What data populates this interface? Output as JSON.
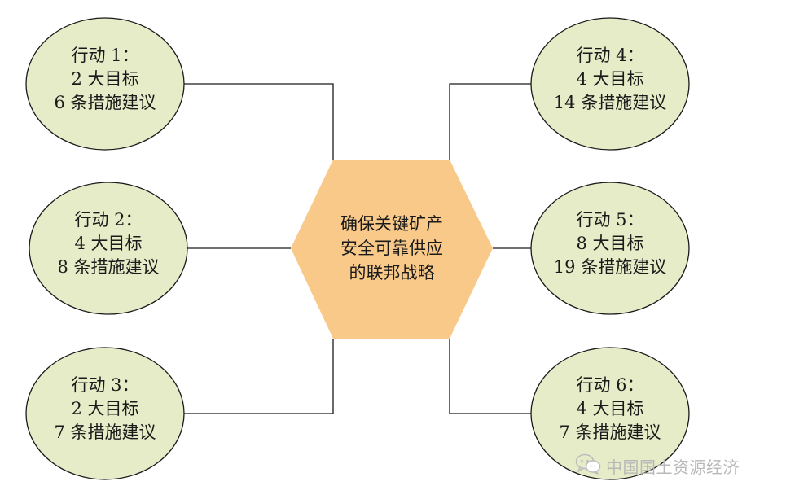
{
  "diagram": {
    "center": {
      "lines": [
        "确保关键矿产",
        "安全可靠供应",
        "的联邦战略"
      ],
      "fill_color": "#f9c98a"
    },
    "node_fill_color": "#e6ecc8",
    "node_stroke_color": "#1a1a1a",
    "connector_color": "#1a1a1a",
    "actions": [
      {
        "title": "行动 1：",
        "goals": "2 大目标",
        "measures": "6 条措施建议"
      },
      {
        "title": "行动 2：",
        "goals": "4 大目标",
        "measures": "8 条措施建议"
      },
      {
        "title": "行动 3：",
        "goals": "2 大目标",
        "measures": "7 条措施建议"
      },
      {
        "title": "行动 4：",
        "goals": "4 大目标",
        "measures": "14 条措施建议"
      },
      {
        "title": "行动 5：",
        "goals": "8 大目标",
        "measures": "19 条措施建议"
      },
      {
        "title": "行动 6：",
        "goals": "4 大目标",
        "measures": "7 条措施建议"
      }
    ]
  },
  "watermark": {
    "icon": "wechat-icon",
    "text": "中国国土资源经济"
  }
}
